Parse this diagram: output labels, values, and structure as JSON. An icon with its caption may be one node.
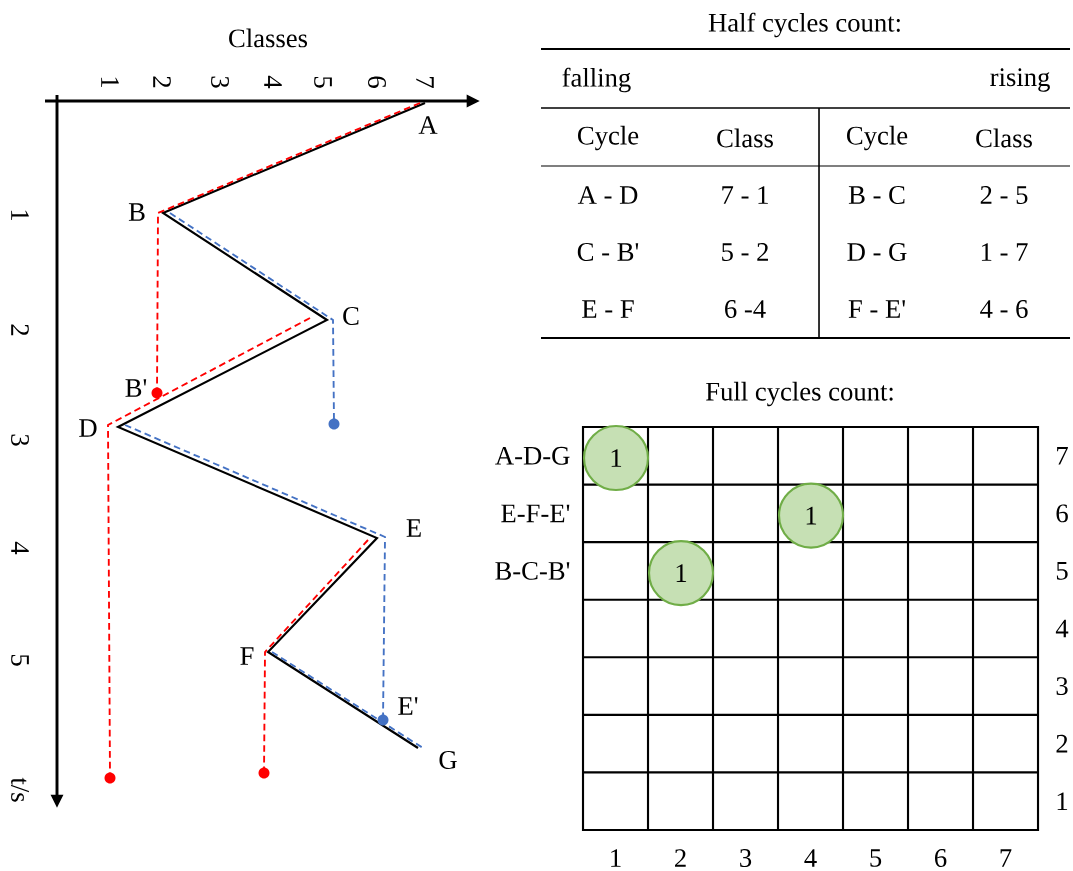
{
  "diagram": {
    "nodes": [
      {
        "text": [
          "1"
        ]
      },
      {
        "text": [
          "1"
        ]
      },
      {
        "text": [
          "1"
        ]
      }
    ],
    "labels": [
      "Classes",
      "1",
      "2",
      "3",
      "4",
      "5",
      "6",
      "7",
      "Half cycles count:",
      "falling",
      "rising",
      "Cycle",
      "Class",
      "Cycle",
      "Class",
      "A - D",
      "7 - 1",
      "B - C",
      "2 - 5",
      "C - B'",
      "5 - 2",
      "D - G",
      "1 - 7",
      "E - F",
      "6 -4",
      "F - E'",
      "4 - 6",
      "A",
      "B",
      "C",
      "B'",
      "D",
      "E",
      "F",
      "E'",
      "G",
      "1",
      "2",
      "3",
      "4",
      "5",
      "t/s",
      "Full cycles count:",
      "A-D-G",
      "7",
      "E-F-E'",
      "6",
      "B-C-B'",
      "5",
      "4",
      "3",
      "2",
      "1",
      "1",
      "2",
      "3",
      "4",
      "5",
      "6",
      "7"
    ]
  }
}
